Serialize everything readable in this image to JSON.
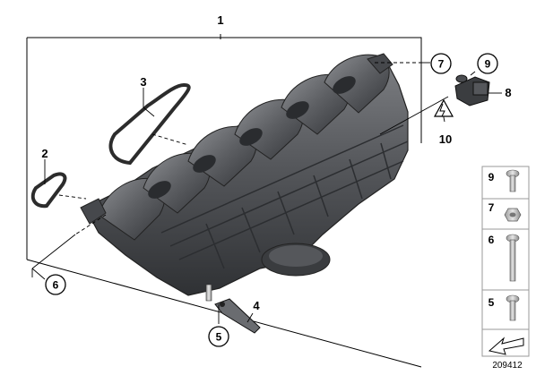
{
  "diagram": {
    "labels": {
      "part_1": "1",
      "part_2": "2",
      "part_3": "3",
      "part_4": "4",
      "part_5": "5",
      "part_6": "6",
      "part_7": "7",
      "part_8": "8",
      "part_9": "9",
      "part_10": "10"
    },
    "side_panel": {
      "items": [
        {
          "label": "9",
          "icon": "bolt-hex-socket-icon"
        },
        {
          "label": "7",
          "icon": "nut-icon"
        },
        {
          "label": "6",
          "icon": "long-bolt-icon"
        },
        {
          "label": "5",
          "icon": "bolt-torx-icon"
        }
      ]
    },
    "reference_number": "209412",
    "colors": {
      "part_dark": "#3d3f42",
      "part_mid": "#5a5c60",
      "part_light": "#8a8c90",
      "line": "#000000"
    }
  }
}
